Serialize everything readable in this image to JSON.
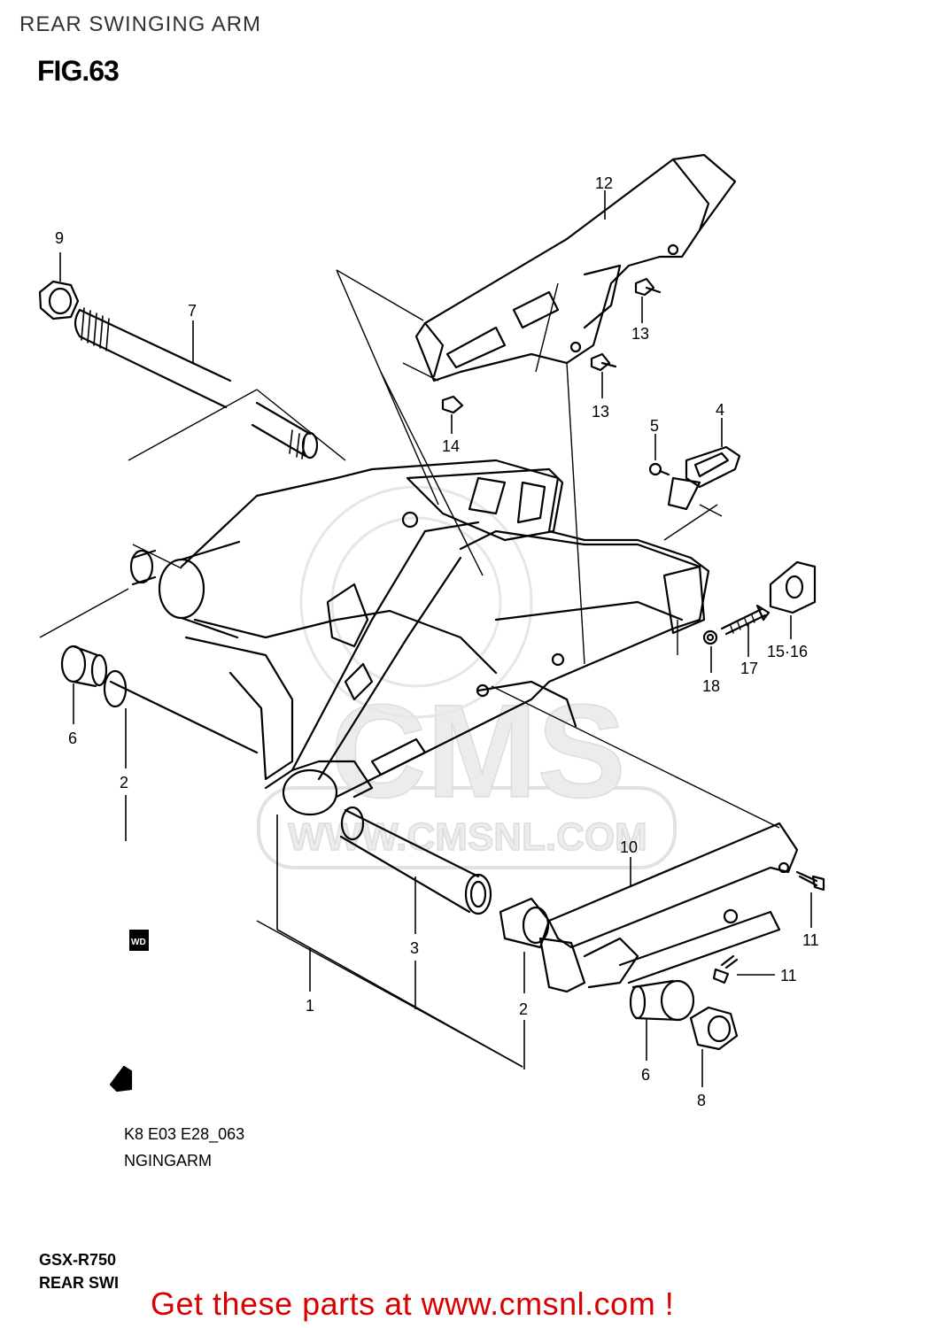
{
  "header": {
    "title": "REAR SWINGING ARM",
    "figure": "FIG.63"
  },
  "watermark": {
    "logo": "CMS",
    "url": "WWW.CMSNL.COM"
  },
  "callouts": [
    {
      "id": "c1",
      "label": "1"
    },
    {
      "id": "c2a",
      "label": "2"
    },
    {
      "id": "c2b",
      "label": "2"
    },
    {
      "id": "c3",
      "label": "3"
    },
    {
      "id": "c4",
      "label": "4"
    },
    {
      "id": "c5",
      "label": "5"
    },
    {
      "id": "c6a",
      "label": "6"
    },
    {
      "id": "c6b",
      "label": "6"
    },
    {
      "id": "c7",
      "label": "7"
    },
    {
      "id": "c8",
      "label": "8"
    },
    {
      "id": "c9",
      "label": "9"
    },
    {
      "id": "c10",
      "label": "10"
    },
    {
      "id": "c11a",
      "label": "11"
    },
    {
      "id": "c11b",
      "label": "11"
    },
    {
      "id": "c12",
      "label": "12"
    },
    {
      "id": "c13a",
      "label": "13"
    },
    {
      "id": "c13b",
      "label": "13"
    },
    {
      "id": "c14",
      "label": "14"
    },
    {
      "id": "c1516",
      "label": "15·16"
    },
    {
      "id": "c17",
      "label": "17"
    },
    {
      "id": "c18",
      "label": "18"
    }
  ],
  "fwd_mark": "WD",
  "info": {
    "code": "K8 E03 E28_063",
    "name": "NGINGARM"
  },
  "model": {
    "line1": "GSX-R750",
    "line2": "REAR SWI"
  },
  "footer": {
    "text": "Get these parts at www.cmsnl.com !"
  }
}
